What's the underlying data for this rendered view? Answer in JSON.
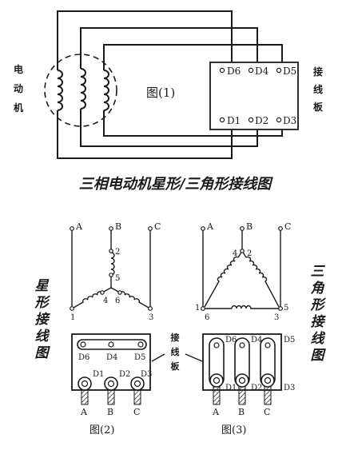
{
  "title": "三相电动机星形/三角形接线图",
  "fig1": {
    "label": "图(1)",
    "motor_label": [
      "电",
      "动",
      "机"
    ],
    "board_label": [
      "接",
      "线",
      "板"
    ],
    "top_terminals": [
      "D6",
      "D4",
      "D5"
    ],
    "bottom_terminals": [
      "D1",
      "D2",
      "D3"
    ]
  },
  "star": {
    "side_label": [
      "星",
      "形",
      "接",
      "线",
      "图"
    ],
    "phases": [
      "A",
      "B",
      "C"
    ],
    "node_labels": [
      "2",
      "5",
      "4",
      "6",
      "1",
      "3"
    ]
  },
  "delta": {
    "side_label": [
      "三",
      "角",
      "形",
      "接",
      "线",
      "图"
    ],
    "phases": [
      "A",
      "B",
      "C"
    ],
    "node_labels": [
      "4",
      "2",
      "1",
      "6",
      "3",
      "5"
    ]
  },
  "fig2": {
    "label": "图(2)",
    "top_terminals": [
      "D6",
      "D4",
      "D5"
    ],
    "bottom_terminals": [
      "D1",
      "D2",
      "D3"
    ],
    "phases": [
      "A",
      "B",
      "C"
    ]
  },
  "fig3": {
    "label": "图(3)",
    "top_terminals": [
      "D6",
      "D4",
      "D5"
    ],
    "bottom_terminals": [
      "D1",
      "D2",
      "D3"
    ],
    "phases": [
      "A",
      "B",
      "C"
    ]
  },
  "board_callout": [
    "接",
    "线",
    "板"
  ]
}
